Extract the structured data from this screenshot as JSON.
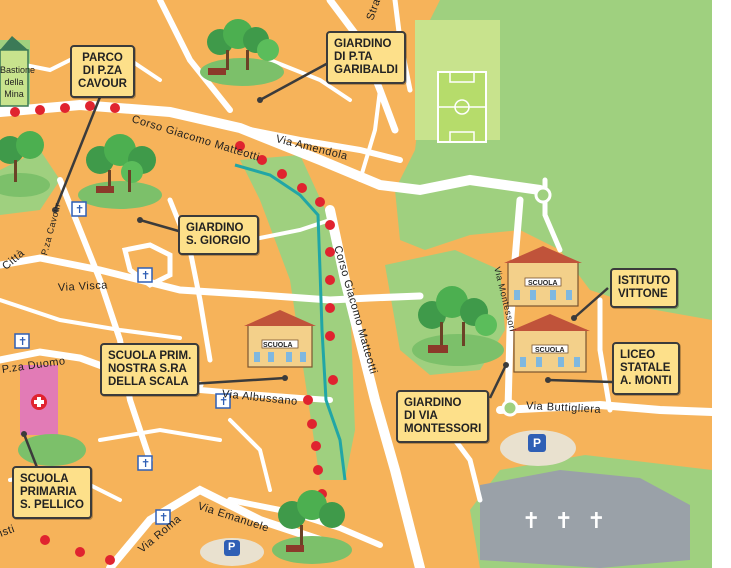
{
  "map": {
    "colors": {
      "urban": "#f6b35a",
      "road": "#ffffff",
      "park": "#9fd07f",
      "field": "#c8e38d",
      "route": "#e0232f",
      "river": "#21a6a6",
      "cemetery": "#9aa1a8",
      "callout": "#fde08a",
      "hospital": "#e27bb6"
    },
    "callouts": {
      "parco_cavour": [
        "PARCO",
        "DI P.ZA",
        "CAVOUR"
      ],
      "giardino_garibaldi": [
        "GIARDINO",
        "DI P.TA",
        "GARIBALDI"
      ],
      "giardino_giorgio": [
        "GIARDINO",
        "S. GIORGIO"
      ],
      "scuola_scala": [
        "SCUOLA PRIM.",
        "NOSTRA S.RA",
        "DELLA SCALA"
      ],
      "giardino_montessori": [
        "GIARDINO",
        "DI VIA",
        "MONTESSORI"
      ],
      "istituto_vittone": [
        "ISTITUTO",
        "VITTONE"
      ],
      "liceo_monti": [
        "LICEO",
        "STATALE",
        "A. MONTI"
      ],
      "scuola_pellico": [
        "SCUOLA",
        "PRIMARIA",
        "S. PELLICO"
      ]
    },
    "streets": {
      "corso_matteotti_top": "Corso Giacomo Matteotti",
      "corso_matteotti_vertical": "Corso Giacomo Matteotti",
      "via_amendola": "Via Amendola",
      "via_visca": "Via Visca",
      "via_albussano": "Via Albussano",
      "via_buttigliera": "Via Buttigliera",
      "via_montessori": "Via Montessori",
      "via_roma": "Via Roma",
      "via_emanuele": "Via Emanuele",
      "strada": "Strada",
      "pza_duomo": "P.za Duomo",
      "pza_cavour": "P.za Cavour",
      "citta": "Città",
      "bastione": [
        "Bastione",
        "della",
        "Mina"
      ],
      "isti": "isti"
    },
    "signs": {
      "scuola": "SCUOLA",
      "cross": "✝",
      "cemetery_crosses": "✝ ✝ ✝",
      "parking": "P"
    }
  }
}
